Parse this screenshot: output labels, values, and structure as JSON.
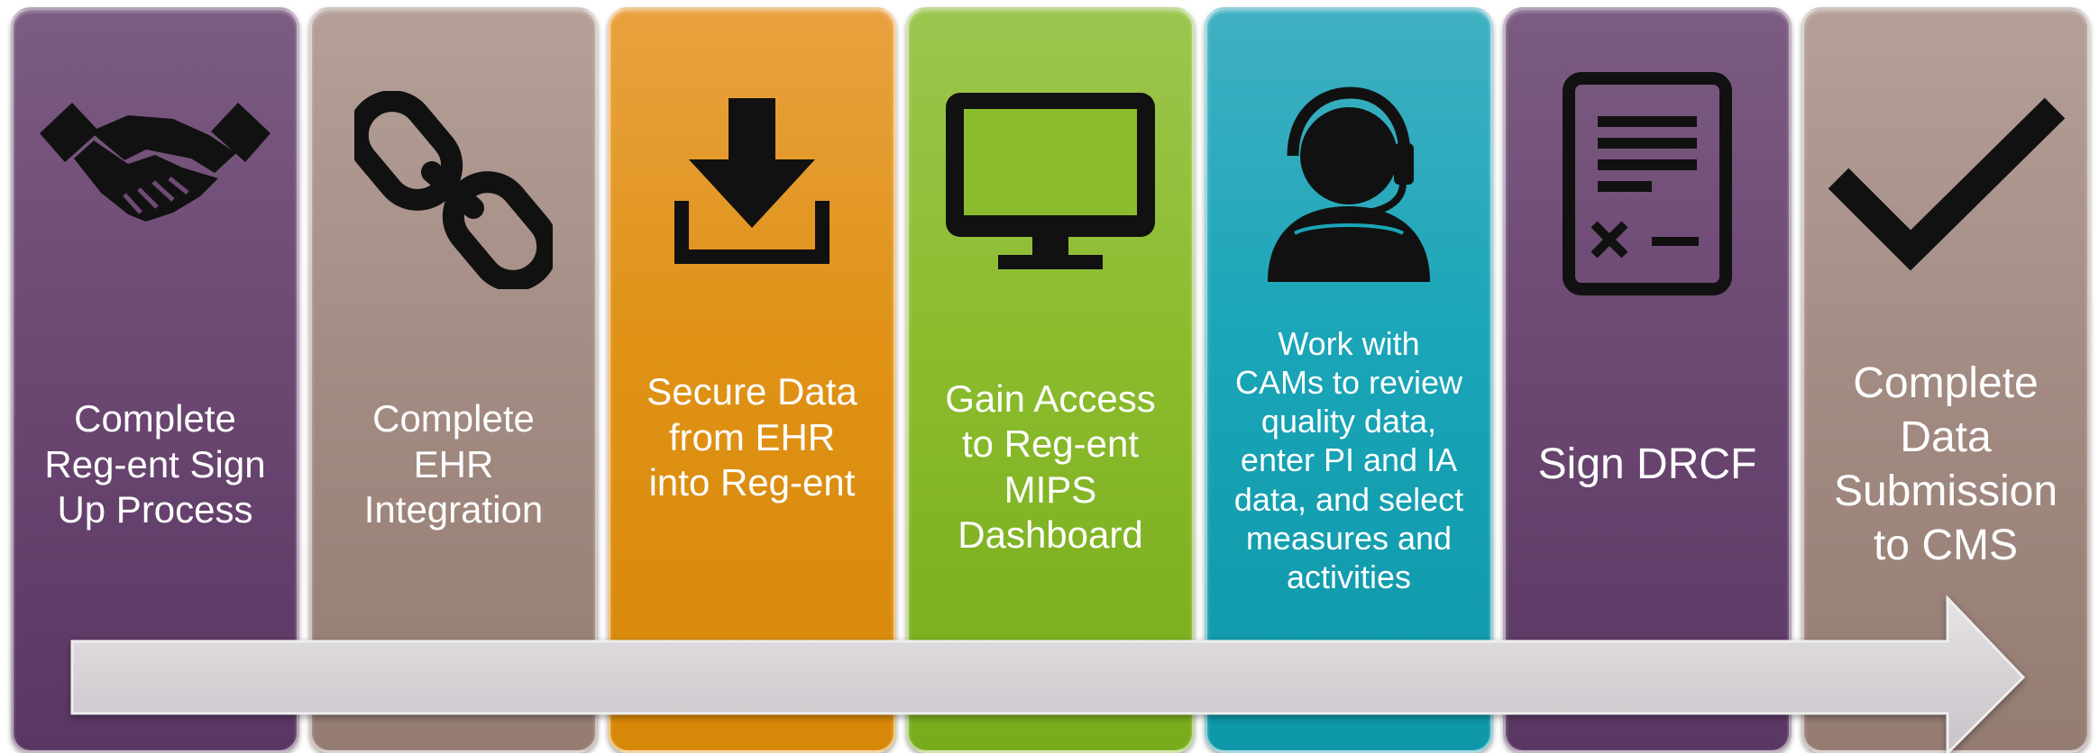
{
  "steps": [
    {
      "label": "Complete Reg-ent Sign Up Process",
      "lines": [
        "Complete",
        "Reg-ent Sign",
        "Up Process"
      ],
      "icon": "handshake-icon",
      "color": "#6e4a74"
    },
    {
      "label": "Complete EHR Integration",
      "lines": [
        "Complete",
        "EHR",
        "Integration"
      ],
      "icon": "chain-link-icon",
      "color": "#a28b82"
    },
    {
      "label": "Secure Data from EHR into Reg-ent",
      "lines": [
        "Secure Data",
        "from EHR",
        "into Reg-ent"
      ],
      "icon": "download-icon",
      "color": "#df9216"
    },
    {
      "label": "Gain Access to Reg-ent MIPS Dashboard",
      "lines": [
        "Gain Access",
        "to Reg-ent",
        "MIPS",
        "Dashboard"
      ],
      "icon": "monitor-icon",
      "color": "#8bbc2d"
    },
    {
      "label": "Work with CAMs to review quality data, enter PI and IA data, and select measures and activities",
      "lines": [
        "Work with",
        "CAMs to review",
        "quality data,",
        "enter PI and IA",
        "data, and select",
        "measures and",
        "activities"
      ],
      "icon": "headset-agent-icon",
      "color": "#1aa5b8"
    },
    {
      "label": "Sign DRCF",
      "lines": [
        "Sign DRCF"
      ],
      "icon": "signed-document-icon",
      "color": "#6e4a74"
    },
    {
      "label": "Complete Data Submission to CMS",
      "lines": [
        "Complete",
        "Data",
        "Submission",
        "to CMS"
      ],
      "icon": "checkmark-icon",
      "color": "#a28b82"
    }
  ],
  "arrow": {
    "color": "#d6d2d6",
    "direction": "right"
  }
}
